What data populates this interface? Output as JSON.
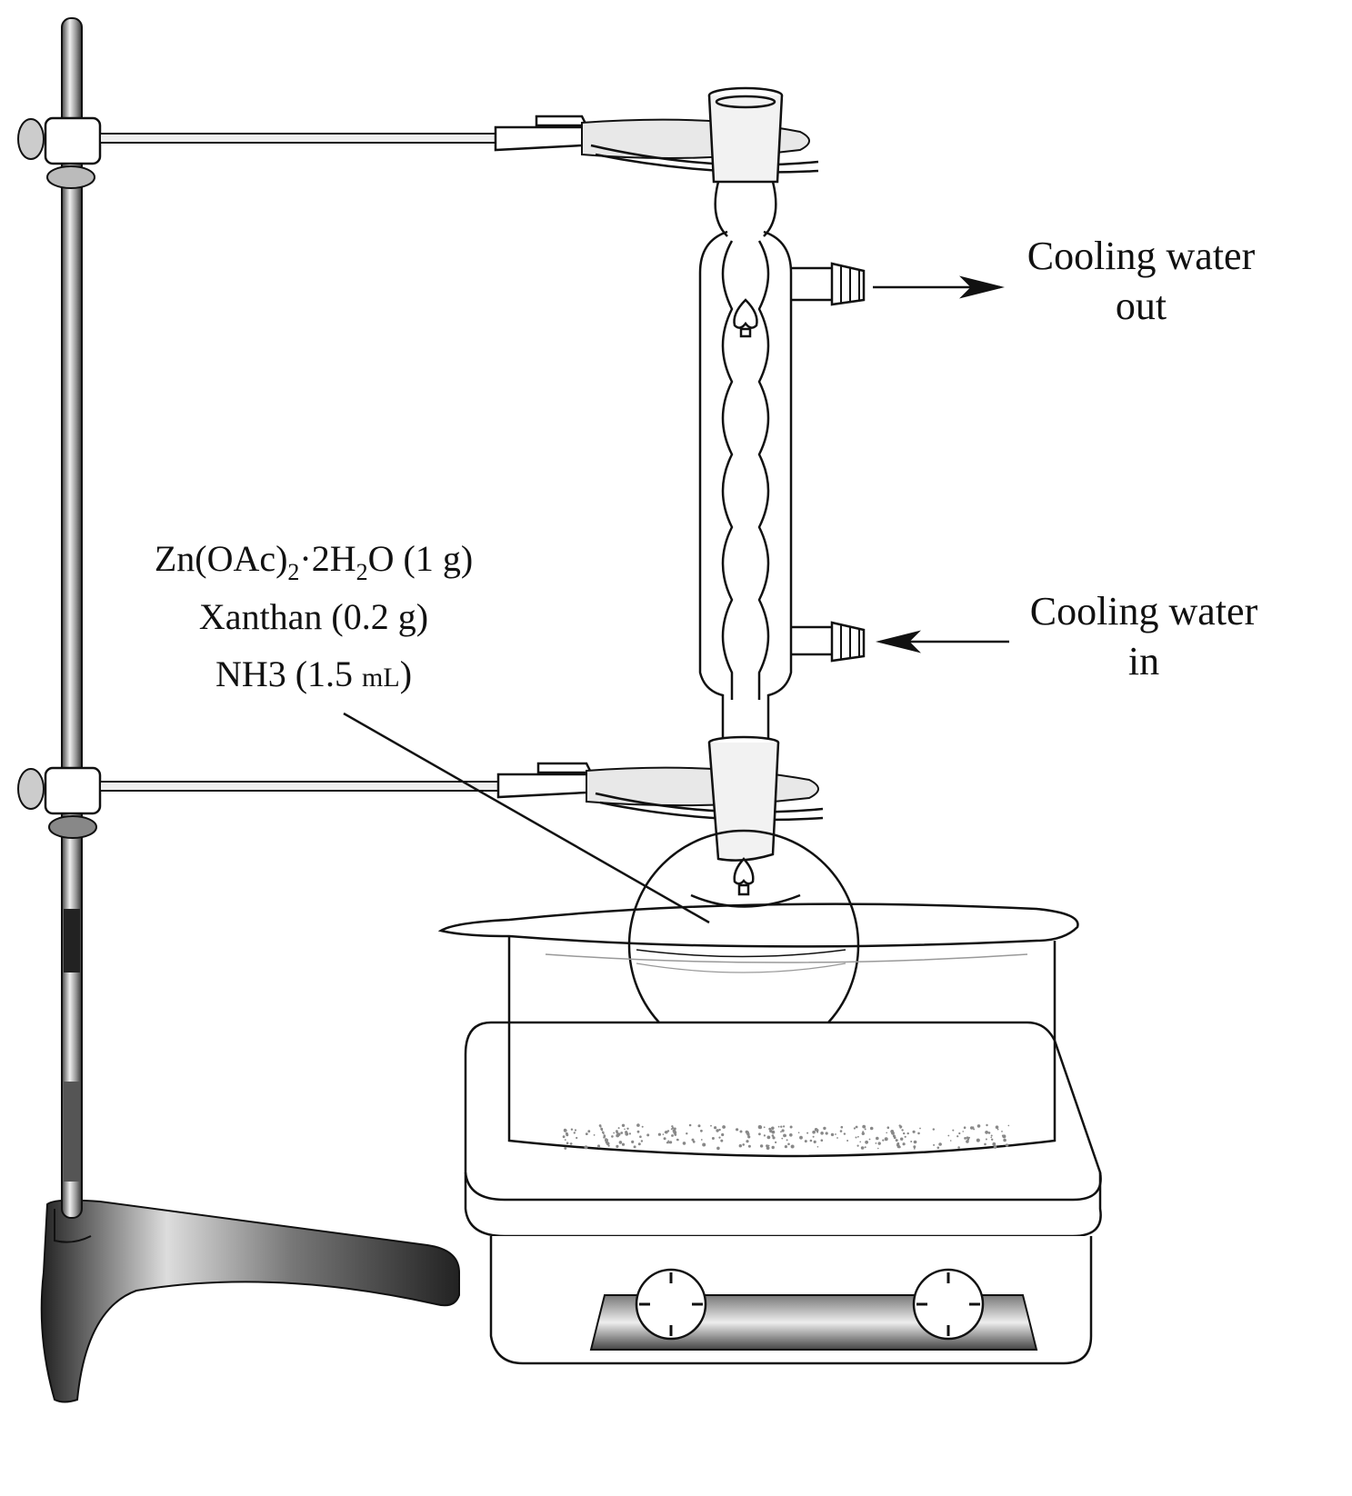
{
  "labels": {
    "water_out_line1": "Cooling water",
    "water_out_line2": "out",
    "water_in_line1": "Cooling water",
    "water_in_line2": "in",
    "reagent_1_prefix": "Zn(OAc)",
    "reagent_1_sub1": "2",
    "reagent_1_mid": "·2H",
    "reagent_1_sub2": "2",
    "reagent_1_suffix": "O (1 g)",
    "reagent_2": "Xanthan (0.2 g)",
    "reagent_3_main": "NH3 (1.5 ",
    "reagent_3_unit": "mL",
    "reagent_3_close": ")"
  },
  "colors": {
    "ink": "#111111",
    "background": "#ffffff",
    "metal_dark": "#333333",
    "metal_light": "#dddddd"
  },
  "icons": {
    "stand": "ring-stand-icon",
    "clamp_top": "clamp-icon",
    "clamp_bottom": "clamp-icon",
    "condenser": "allihn-condenser-icon",
    "flask": "round-bottom-flask-icon",
    "beaker": "water-bath-beaker-icon",
    "hotplate": "hotplate-stirrer-icon"
  }
}
